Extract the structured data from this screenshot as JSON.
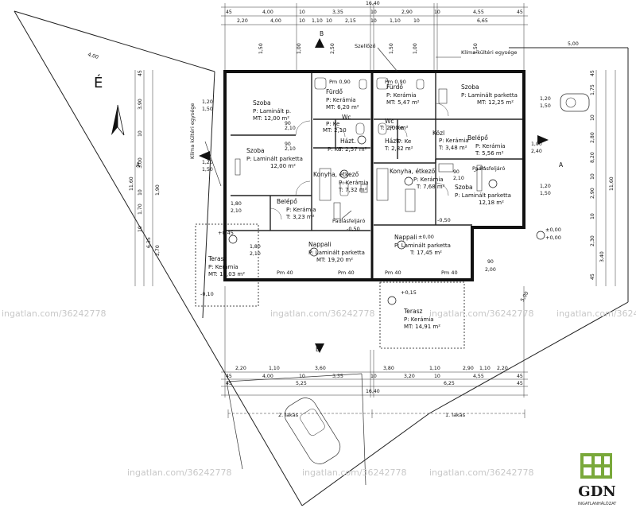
{
  "north_label": "É",
  "section_markers": [
    "A",
    "A",
    "B",
    "B"
  ],
  "labels": {
    "szellozo": "Szellőző",
    "klima_top": "Klíma kültéri egysége",
    "klima_side": "Klíma kültéri egysége",
    "padlas_left": "Padlásfeljáró",
    "padlas_right": "Padlásfeljáró",
    "lakas1": "1. lakás",
    "lakas2": "2. lakás",
    "pm_top_left": "Pm 0,90",
    "pm_top_right": "Pm 0,90",
    "pm40_1": "Pm 40",
    "pm40_2": "Pm 40",
    "pm40_3": "Pm 40",
    "pm40_4": "Pm 40"
  },
  "rooms": [
    {
      "id": "szoba-l1",
      "name": "Szoba",
      "floor": "P: Laminált p.",
      "area": "MT: 12,00 m²"
    },
    {
      "id": "furdo-l",
      "name": "Fürdő",
      "floor": "P: Kerámia",
      "area": "MT: 6,20 m²"
    },
    {
      "id": "furdo-r",
      "name": "Fürdő",
      "floor": "P: Kerámia",
      "area": "MT: 5,47 m²"
    },
    {
      "id": "szoba-r1",
      "name": "Szoba",
      "floor": "P: Laminált parketta",
      "area": "MT: 12,25 m²"
    },
    {
      "id": "wc-l",
      "name": "Wc",
      "floor": "P: Ke",
      "area": "MT: 2,10"
    },
    {
      "id": "wc-r",
      "name": "Wc",
      "floor": "P: Ke",
      "area": "T: 2,00 m²"
    },
    {
      "id": "kozl-r",
      "name": "Közl",
      "floor": "P: Kerámia",
      "area": "T: 3,48 m²"
    },
    {
      "id": "belepo-r",
      "name": "Belépő",
      "floor": "P: Kerámia",
      "area": "T: 5,56 m²"
    },
    {
      "id": "szoba-l2",
      "name": "Szoba",
      "floor": "P: Laminált parketta",
      "area": "12,00 m²"
    },
    {
      "id": "haztart-l",
      "name": "Házt.",
      "floor": "P: Ke",
      "area": "T: 2,57 m²"
    },
    {
      "id": "haztart-r",
      "name": "Házt.",
      "floor": "P: Ke",
      "area": "T: 2,82 m²"
    },
    {
      "id": "konyha-l",
      "name": "Konyha, étkező",
      "floor": "P: Kerámia",
      "area": "T: 7,32 m²"
    },
    {
      "id": "konyha-r",
      "name": "Konyha, étkező",
      "floor": "P: Kerámia",
      "area": "T: 7,68 m²"
    },
    {
      "id": "szoba-r2",
      "name": "Szoba",
      "floor": "P: Laminált parketta",
      "area": "12,18 m²"
    },
    {
      "id": "belepo-l",
      "name": "Belépő",
      "floor": "P: Kerámia",
      "area": "T: 3,23 m²"
    },
    {
      "id": "nappali-l",
      "name": "Nappali",
      "floor": "P: Laminált parketta",
      "area": "MT: 19,20 m²"
    },
    {
      "id": "nappali-r",
      "name": "Nappali",
      "floor": "P: Laminált parketta",
      "area": "T: 17,45 m²"
    },
    {
      "id": "terasz-l",
      "name": "Terasz",
      "floor": "P: Kerámia",
      "area": "MT: 17,03 m²"
    },
    {
      "id": "terasz-r",
      "name": "Terasz",
      "floor": "P: Kerámia",
      "area": "MT: 14,91 m²"
    }
  ],
  "levels": {
    "l1": "±0,00",
    "l2": "+0,45",
    "l3": "-0,10",
    "l4": "-0,50",
    "l5": "-0,50",
    "l6": "±0,00",
    "l7": "+0,15",
    "l8": "+0,00"
  },
  "dims": {
    "top_total": "16,40",
    "top_r1": [
      "45",
      "4,00",
      "10",
      "3,35",
      "10",
      "2,90",
      "10",
      "4,55",
      "45"
    ],
    "top_r2": [
      "2,20",
      "4,00",
      "10",
      "1,10",
      "10",
      "2,15",
      "10",
      "1,10",
      "10",
      "6,65"
    ],
    "top_small": [
      "1,50",
      "1,00",
      "2,50",
      "1,50",
      "1,00",
      "1,50"
    ],
    "bot_r1": [
      "2,20",
      "1,10",
      "3,60",
      "3,80",
      "1,10",
      "2,90",
      "1,10",
      "2,20"
    ],
    "bot_r2": [
      "45",
      "4,00",
      "10",
      "3,35",
      "10",
      "3,20",
      "10",
      "4,55",
      "45"
    ],
    "bot_r3": [
      "45",
      "5,25",
      "6,25",
      "45"
    ],
    "bot_total": "16,40",
    "left": [
      "45",
      "3,90",
      "10",
      "3,00",
      "10",
      "1,70",
      "10",
      "6,35",
      "2,70",
      "1,90"
    ],
    "left_total": "11,60",
    "right": [
      "45",
      "1,75",
      "10",
      "2,80",
      "8,20",
      "10",
      "2,90",
      "10",
      "2,30",
      "3,40",
      "45"
    ],
    "right_total": "11,60",
    "door_heights": [
      "1,20",
      "1,50",
      "1,20",
      "1,50",
      "1,20",
      "1,50",
      "1,20",
      "1,50",
      "1,00",
      "2,40",
      "1,80",
      "2,10",
      "1,80",
      "2,10",
      "90",
      "2,10",
      "90",
      "2,10",
      "90",
      "2,10",
      "90",
      "2,00"
    ],
    "diag": [
      "4,00",
      "5,00",
      "5,00"
    ]
  },
  "watermarks": [
    "ingatlan.com/36242778",
    "ingatlan.com/36242778",
    "ingatlan.com/36242778",
    "ingatlan.com/36242778",
    "ingatlan.com/36242778",
    "ingatlan.com/36242778",
    "ingatlan.com/36242778"
  ],
  "logo": {
    "letters": "GDN",
    "tagline": "INGATLANHÁLÓZAT",
    "green": "#79a83a"
  }
}
